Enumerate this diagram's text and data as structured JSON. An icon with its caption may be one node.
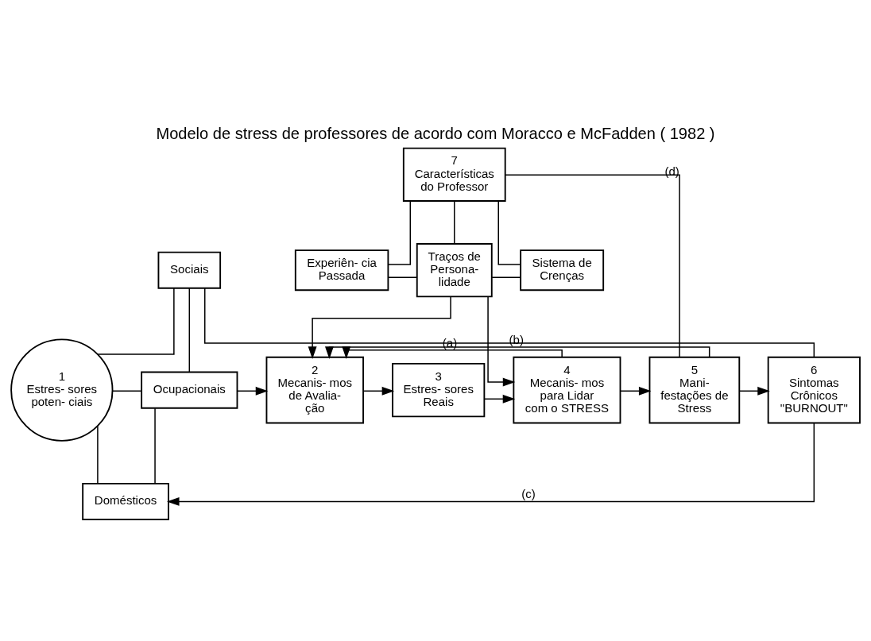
{
  "diagram": {
    "title": "Modelo de stress de professores de acordo com Moracco e McFadden ( 1982 )",
    "nodes": [
      {
        "text": [
          "1",
          "Estres- sores poten- ciais"
        ]
      },
      {
        "text": [
          "Sociais"
        ]
      },
      {
        "text": [
          "Ocupacionais"
        ]
      },
      {
        "text": [
          "Domésticos"
        ]
      },
      {
        "text": [
          "7",
          "Características do Professor"
        ]
      },
      {
        "text": [
          "Experiên- cia Passada"
        ]
      },
      {
        "text": [
          "Traços de Persona- lidade"
        ]
      },
      {
        "text": [
          "Sistema de Crenças"
        ]
      },
      {
        "text": [
          "2",
          "Mecanis- mos de Avalia- ção"
        ]
      },
      {
        "text": [
          "3",
          "Estres- sores Reais"
        ]
      },
      {
        "text": [
          "4",
          "Mecanis- mos para Lidar com o STRESS"
        ]
      },
      {
        "text": [
          "5",
          "Mani- festações de Stress"
        ]
      },
      {
        "text": [
          "6",
          "Sintomas Crônicos \"BURNOUT\""
        ]
      }
    ],
    "edges": [
      {
        "from": 0,
        "to": 1,
        "arrow": "none"
      },
      {
        "from": 0,
        "to": 2,
        "arrow": "none"
      },
      {
        "from": 0,
        "to": 3,
        "arrow": "none"
      },
      {
        "from": 1,
        "to": 2,
        "arrow": "none"
      },
      {
        "from": 2,
        "to": 3,
        "arrow": "none"
      },
      {
        "from": 2,
        "to": 8,
        "arrow": "to"
      },
      {
        "from": 8,
        "to": 9,
        "arrow": "to"
      },
      {
        "from": 9,
        "to": 10,
        "arrow": "to"
      },
      {
        "from": 10,
        "to": 11,
        "arrow": "to"
      },
      {
        "from": 11,
        "to": 12,
        "arrow": "to"
      },
      {
        "from": 4,
        "to": 5,
        "arrow": "none"
      },
      {
        "from": 4,
        "to": 6,
        "arrow": "none"
      },
      {
        "from": 4,
        "to": 7,
        "arrow": "none"
      },
      {
        "from": 5,
        "to": 6,
        "arrow": "none"
      },
      {
        "from": 6,
        "to": 7,
        "arrow": "none"
      },
      {
        "from": 6,
        "to": 8,
        "arrow": "to"
      },
      {
        "from": 6,
        "to": 10,
        "arrow": "to"
      },
      {
        "from": 10,
        "to": 8,
        "arrow": "to",
        "label": "(a)"
      },
      {
        "from": 11,
        "to": 8,
        "arrow": "to",
        "label": "(b)"
      },
      {
        "from": 12,
        "to": 3,
        "arrow": "to",
        "label": "(c)"
      },
      {
        "from": 11,
        "to": 4,
        "arrow": "none",
        "label": "(d)"
      },
      {
        "from": 12,
        "to": 1,
        "arrow": "none"
      }
    ]
  }
}
